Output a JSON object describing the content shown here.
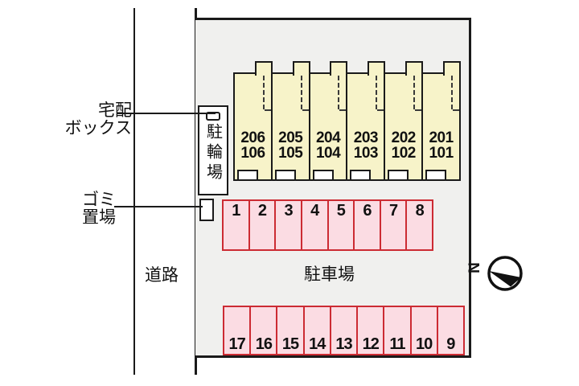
{
  "colors": {
    "line": "#1a1a1a",
    "site_fill": "#f0f0ee",
    "building_fill": "#f7f3c9",
    "parking_fill": "#fbdce3",
    "parking_border": "#cc2b33"
  },
  "labels": {
    "road": "道路",
    "parking_lot": "駐車場",
    "bicycle_parking": "駐輪場",
    "delivery_box_line1": "宅配",
    "delivery_box_line2": "ボックス",
    "garbage_line1": "ゴミ",
    "garbage_line2": "置場",
    "north": "N"
  },
  "buildings": {
    "units": [
      {
        "upper": "206",
        "lower": "106"
      },
      {
        "upper": "205",
        "lower": "105"
      },
      {
        "upper": "204",
        "lower": "104"
      },
      {
        "upper": "203",
        "lower": "103"
      },
      {
        "upper": "202",
        "lower": "102"
      },
      {
        "upper": "201",
        "lower": "101"
      }
    ]
  },
  "parking": {
    "top_row": [
      "1",
      "2",
      "3",
      "4",
      "5",
      "6",
      "7",
      "8"
    ],
    "bottom_row": [
      "17",
      "16",
      "15",
      "14",
      "13",
      "12",
      "11",
      "10",
      "9"
    ]
  }
}
